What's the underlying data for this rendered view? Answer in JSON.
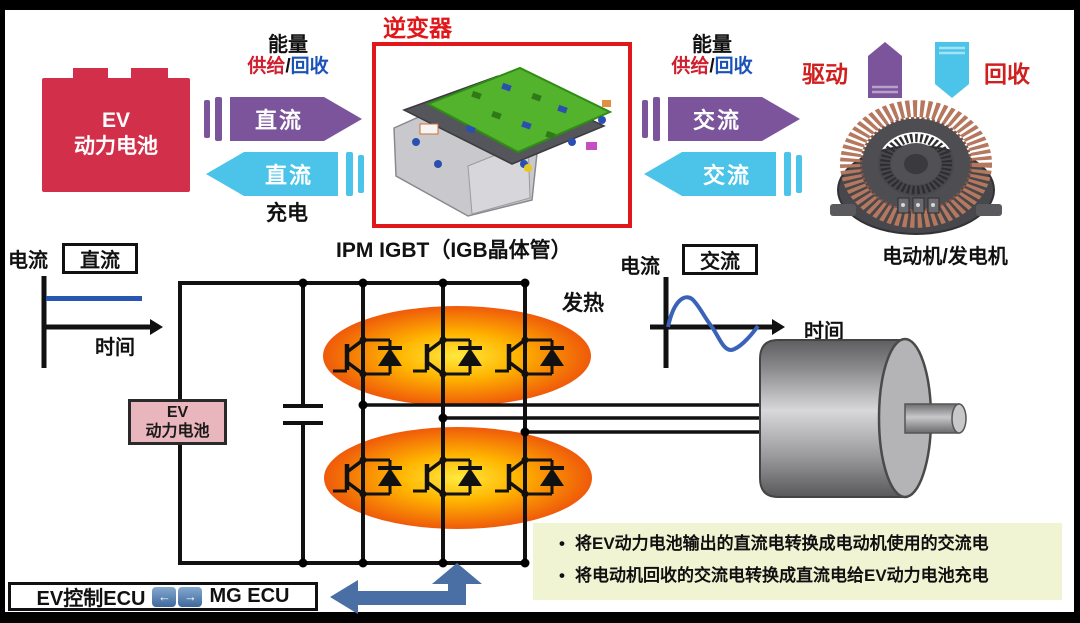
{
  "colors": {
    "battery_red": "#d2304a",
    "purple": "#7b549b",
    "cyan": "#4cc4ea",
    "red_accent": "#e0181c",
    "blue_text": "#1a53b8",
    "steel_blue": "#4a6fa5",
    "note_bg": "#f1f4d3",
    "pink_box": "#eab6bd"
  },
  "battery": {
    "line1": "EV",
    "line2": "动力电池"
  },
  "energy_left": {
    "title": "能量",
    "supply": "供给",
    "sep": "/",
    "recover": "回收"
  },
  "flow_left": {
    "forward": "直流",
    "backward": "直流",
    "charge": "充电"
  },
  "inverter": {
    "title": "逆变器",
    "caption": "IPM IGBT（IGB晶体管）"
  },
  "energy_right": {
    "title": "能量",
    "supply": "供给",
    "sep": "/",
    "recover": "回收"
  },
  "flow_right": {
    "forward": "交流",
    "backward": "交流"
  },
  "motor": {
    "drive": "驱动",
    "recover": "回收",
    "label": "电动机/发电机"
  },
  "graph_dc": {
    "y_axis": "电流",
    "tag": "直流",
    "x_axis": "时间"
  },
  "graph_ac": {
    "y_axis": "电流",
    "tag": "交流",
    "x_axis": "时间"
  },
  "circuit": {
    "battery_line1": "EV",
    "battery_line2": "动力电池",
    "heat": "发热"
  },
  "ecu": {
    "left": "EV控制ECU",
    "right": "MG ECU"
  },
  "notes": {
    "bullet": "•",
    "items": [
      "将EV动力电池输出的直流电转换成电动机使用的交流电",
      "将电动机回收的交流电转换成直流电给EV动力电池充电"
    ]
  }
}
